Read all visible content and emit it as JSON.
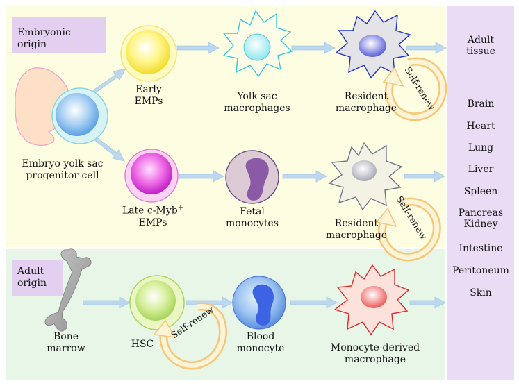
{
  "tags": {
    "embryonic": "Embryonic origin",
    "adult_line1": "Adult",
    "adult_line2": "origin"
  },
  "labels": {
    "progenitor_1": "Embryo yolk sac",
    "progenitor_2": "progenitor cell",
    "early_emps_1": "Early",
    "early_emps_2": "EMPs",
    "yolk_sac_1": "Yolk sac",
    "yolk_sac_2": "macrophages",
    "resident_1": "Resident",
    "resident_2": "macrophage",
    "late_emps_1": "Late c-Myb",
    "late_emps_sup": "+",
    "late_emps_2": "EMPs",
    "fetal_1": "Fetal",
    "fetal_2": "monocytes",
    "bone_1": "Bone",
    "bone_2": "marrow",
    "hsc": "HSC",
    "blood_1": "Blood",
    "blood_2": "monocyte",
    "mono_derived_1": "Monocyte-derived",
    "mono_derived_2": "macrophage",
    "self_renew": "Self-renew"
  },
  "tissues": {
    "header_1": "Adult",
    "header_2": "tissue",
    "items": [
      "Brain",
      "Heart",
      "Lung",
      "Liver",
      "Spleen",
      "Pancreas",
      "Kidney",
      "Intestine",
      "Peritoneum",
      "Skin"
    ]
  },
  "colors": {
    "embryonic_bg": "#fdfde2",
    "adult_bg": "#e8f6e8",
    "tissue_bg": "#eadcf4",
    "arrow": "#bcd8ee",
    "self_renew": "#f7c777"
  }
}
